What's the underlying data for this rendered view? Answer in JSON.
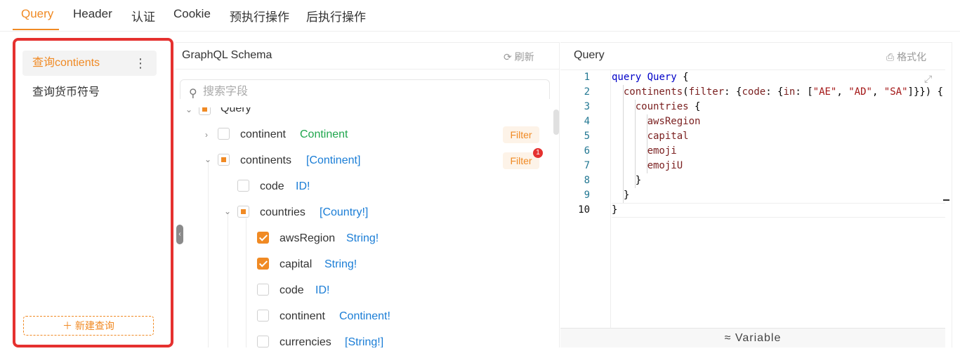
{
  "tabs": [
    "Query",
    "Header",
    "认证",
    "Cookie",
    "预执行操作",
    "后执行操作"
  ],
  "queries": {
    "items": [
      "查询contients",
      "查询货币符号"
    ],
    "more_icon": "⋮",
    "new_button": "＋ 新建查询"
  },
  "schema": {
    "title": "GraphQL Schema",
    "refresh": "⟳ 刷新",
    "search_placeholder": "搜索字段",
    "root": "Query",
    "filter_label": "Filter",
    "filter_badge": "1",
    "rows": [
      {
        "name": "continent",
        "type": "Continent"
      },
      {
        "name": "continents",
        "type": "[Continent]"
      },
      {
        "name": "code",
        "type": "ID!"
      },
      {
        "name": "countries",
        "type": "[Country!]"
      },
      {
        "name": "awsRegion",
        "type": "String!"
      },
      {
        "name": "capital",
        "type": "String!"
      },
      {
        "name": "code",
        "type": "ID!"
      },
      {
        "name": "continent",
        "type": "Continent!"
      },
      {
        "name": "currencies",
        "type": "[String!]"
      }
    ]
  },
  "query_panel": {
    "title": "Query",
    "format": "⎙ 格式化",
    "line_numbers": [
      "1",
      "2",
      "3",
      "4",
      "5",
      "6",
      "7",
      "8",
      "9",
      "10"
    ],
    "variable_label": "≈ Variable"
  },
  "colors": {
    "accent": "#f08a24",
    "highlight_border": "#e5312f",
    "type_green": "#1fa64d",
    "type_blue": "#1a7dd6"
  },
  "icons": [
    "refresh-icon",
    "search-icon",
    "more-icon",
    "expand-icon",
    "chevron-icon",
    "collapse-handle-icon"
  ]
}
